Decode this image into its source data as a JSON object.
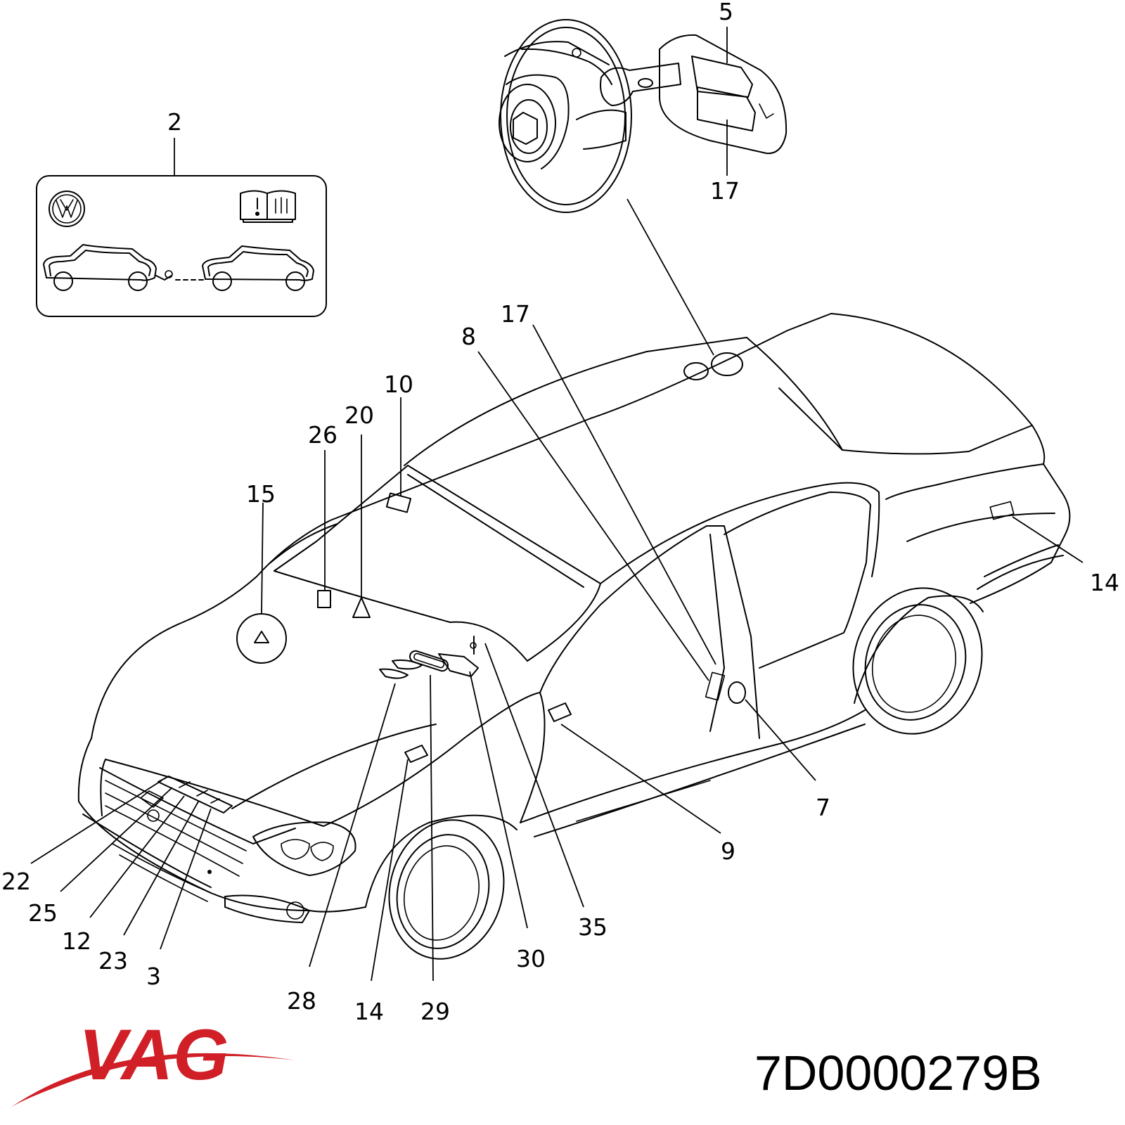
{
  "callouts": {
    "n2": "2",
    "n5": "5",
    "n17a": "17",
    "n17b": "17",
    "n8": "8",
    "n10": "10",
    "n20": "20",
    "n26": "26",
    "n15": "15",
    "n14a": "14",
    "n7": "7",
    "n9": "9",
    "n35": "35",
    "n30": "30",
    "n29": "29",
    "n14b": "14",
    "n28": "28",
    "n3": "3",
    "n23": "23",
    "n12": "12",
    "n25": "25",
    "n22": "22"
  },
  "brand": {
    "logo_text": "VAG",
    "logo_color": "#d01f26",
    "part_number": "7D0000279B"
  },
  "icons": {
    "vw_emblem": "vw-logo-icon",
    "manual": "owners-manual-icon",
    "tow": "towing-cars-icon"
  }
}
